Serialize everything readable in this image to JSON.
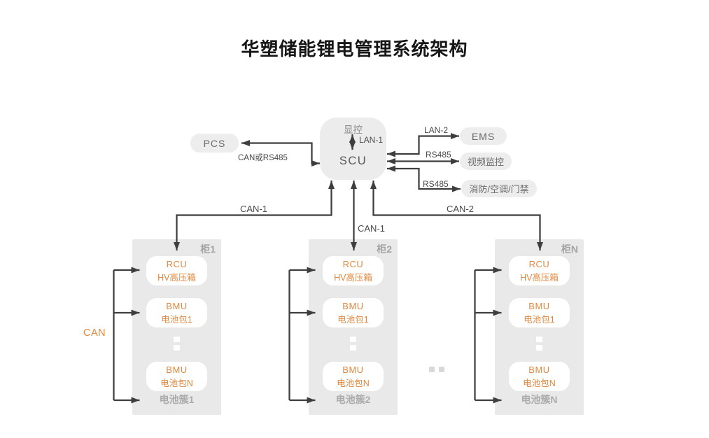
{
  "title": "华塑储能锂电管理系统架构",
  "colors": {
    "accent_orange": "#e0883e",
    "node_fill": "#ececec",
    "cabinet_fill": "#e9e9e9",
    "arrow": "#3e3e3e",
    "muted_label": "#a3a3a3"
  },
  "scu": {
    "display_label": "显控",
    "label": "SCU"
  },
  "peripherals": {
    "pcs": "PCS",
    "ems": "EMS",
    "video": "视频监控",
    "facility": "消防/空调/门禁"
  },
  "links": {
    "pcs_scu": "CAN或RS485",
    "display_link": "LAN-1",
    "ems_link": "LAN-2",
    "video_link": "RS485",
    "facility_link": "RS485",
    "cab1_link": "CAN-1",
    "cab2_link": "CAN-1",
    "cabN_link": "CAN-2",
    "daisy_chain": "CAN"
  },
  "cabinets": [
    {
      "name": "柜1",
      "rcu_title": "RCU",
      "rcu_sub": "HV高压箱",
      "bmu_first_title": "BMU",
      "bmu_first_sub": "电池包1",
      "bmu_last_title": "BMU",
      "bmu_last_sub": "电池包N",
      "cluster": "电池簇1"
    },
    {
      "name": "柜2",
      "rcu_title": "RCU",
      "rcu_sub": "HV高压箱",
      "bmu_first_title": "BMU",
      "bmu_first_sub": "电池包1",
      "bmu_last_title": "BMU",
      "bmu_last_sub": "电池包N",
      "cluster": "电池簇2"
    },
    {
      "name": "柜N",
      "rcu_title": "RCU",
      "rcu_sub": "HV高压箱",
      "bmu_first_title": "BMU",
      "bmu_first_sub": "电池包1",
      "bmu_last_title": "BMU",
      "bmu_last_sub": "电池包N",
      "cluster": "电池簇N"
    }
  ]
}
